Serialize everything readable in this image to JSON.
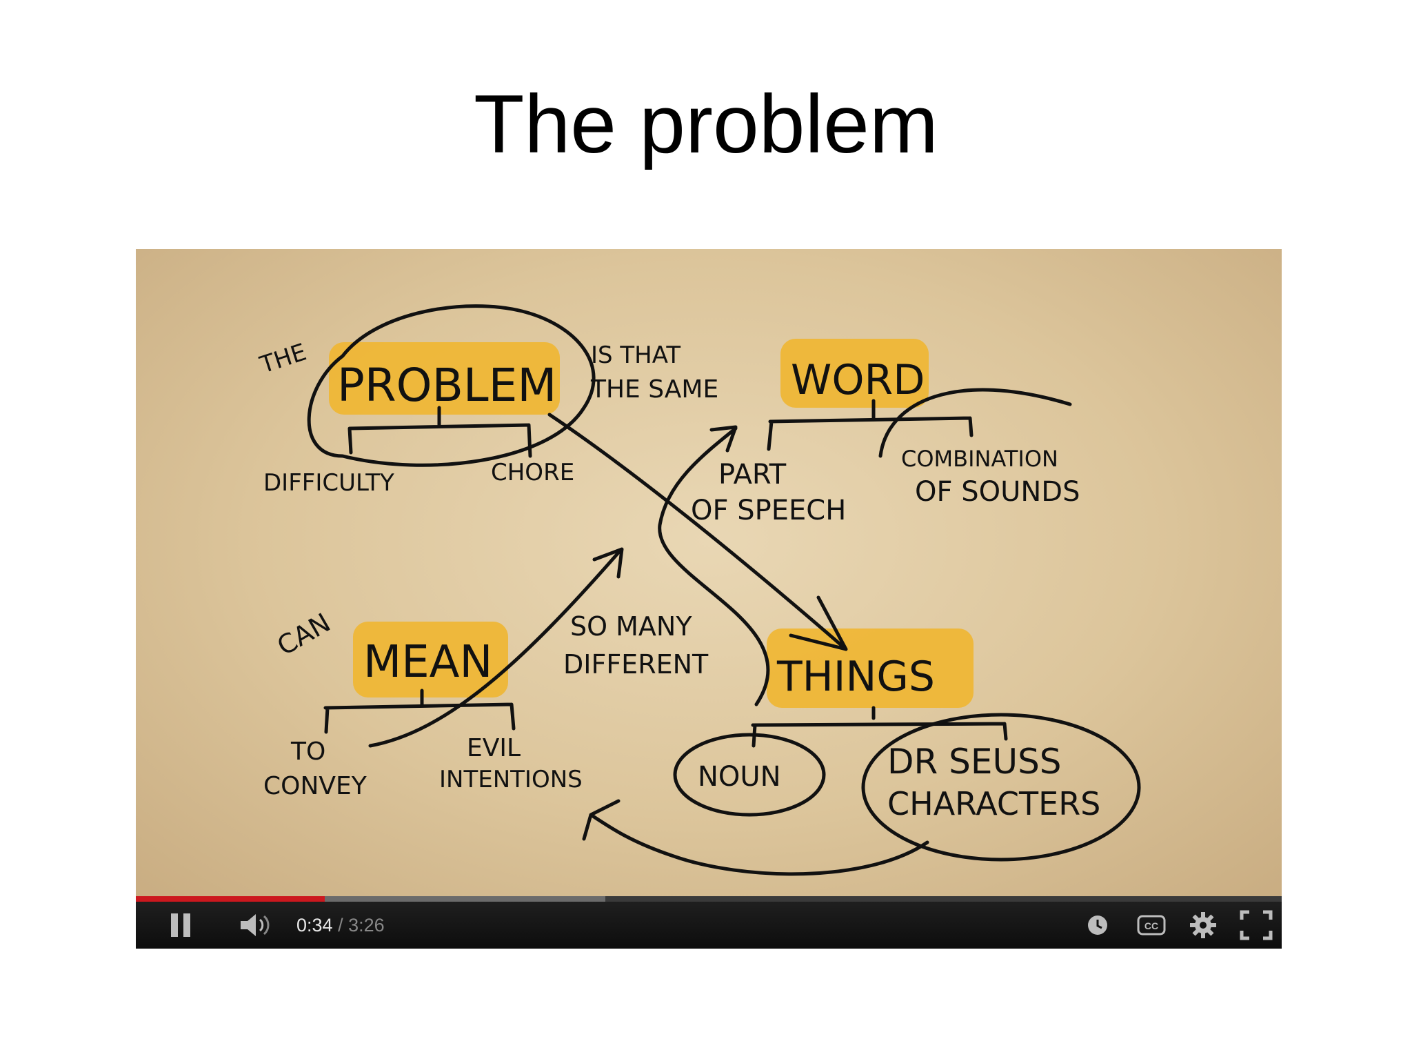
{
  "slide": {
    "title": "The problem"
  },
  "video": {
    "whiteboard": {
      "words": {
        "the": "THE",
        "problem": "PROBLEM",
        "is_that": "IS THAT",
        "the_same": "THE SAME",
        "word": "WORD",
        "difficulty": "DIFFICULTY",
        "chore": "CHORE",
        "part": "PART",
        "of_speech": "OF SPEECH",
        "combination": "COMBINATION",
        "of_sounds": "OF SOUNDS",
        "can": "CAN",
        "mean": "MEAN",
        "so_many": "SO MANY",
        "different": "DIFFERENT",
        "things": "THINGS",
        "to": "TO",
        "convey": "CONVEY",
        "evil": "EVIL",
        "intentions": "INTENTIONS",
        "noun": "NOUN",
        "dr_seuss": "DR SEUSS",
        "characters": "CHARACTERS"
      },
      "highlight_color": "#f0b631",
      "ink_color": "#111111"
    },
    "controls": {
      "current_time": "0:34",
      "separator": " / ",
      "duration": "3:26",
      "played_fraction": 0.165,
      "buffered_fraction": 0.41,
      "progress_color": "#cc181e",
      "icons": {
        "pause": "pause-icon",
        "volume": "volume-icon",
        "watch_later": "clock-icon",
        "captions": "cc-icon",
        "settings": "gear-icon",
        "fullscreen": "fullscreen-icon"
      }
    }
  }
}
